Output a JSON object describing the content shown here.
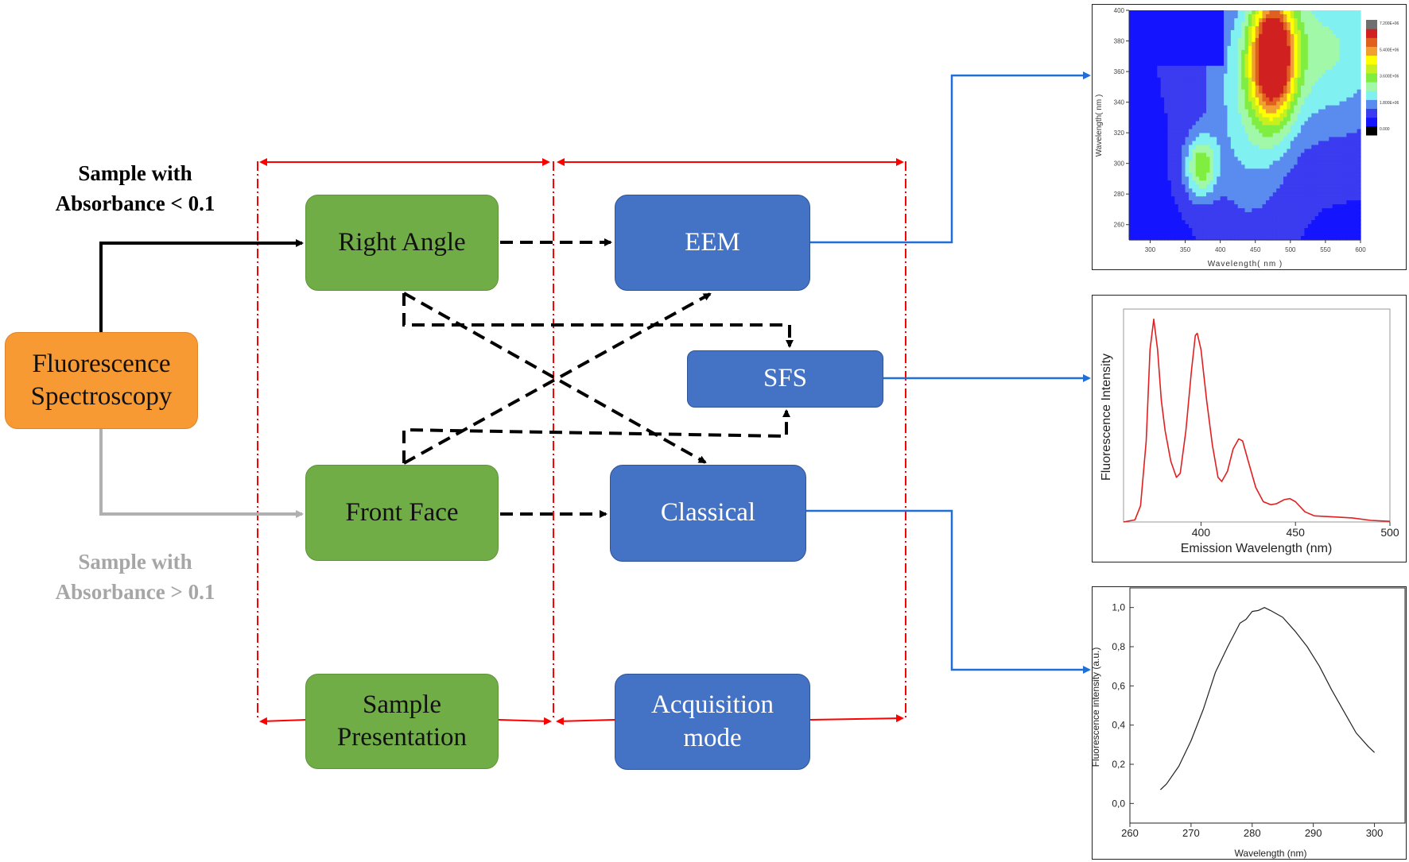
{
  "diagram": {
    "source": {
      "label_line1": "Fluorescence",
      "label_line2": "Spectroscopy"
    },
    "condition_low": {
      "line1": "Sample with",
      "line2": "Absorbance < 0.1"
    },
    "condition_high": {
      "line1": "Sample with",
      "line2": "Absorbance > 0.1"
    },
    "sample_presentation": {
      "right_angle": "Right Angle",
      "front_face": "Front Face",
      "category_line1": "Sample",
      "category_line2": "Presentation"
    },
    "acquisition_mode": {
      "eem": "EEM",
      "sfs": "SFS",
      "classical": "Classical",
      "category_line1": "Acquisition",
      "category_line2": "mode"
    },
    "colors": {
      "green": "#70ad47",
      "blue": "#4472c4",
      "orange": "#f79a33",
      "bracket_red": "#ff0000",
      "link_blue": "#1f6fd6",
      "gray_path": "#b0b0b0"
    }
  },
  "chart_data": [
    {
      "type": "heatmap",
      "xlabel": "Wavelength( nm )",
      "ylabel": "Wavelength( nm )",
      "xlim": [
        270,
        600
      ],
      "ylim": [
        250,
        400
      ],
      "xticks": [
        "300",
        "350",
        "400",
        "450",
        "500",
        "550",
        "600"
      ],
      "yticks": [
        "260",
        "280",
        "300",
        "320",
        "340",
        "360",
        "380",
        "400"
      ],
      "colorbar_labels": [
        "7.200E+06",
        "5.400E+06",
        "3.600E+06",
        "1.800E+06",
        "0.000"
      ],
      "colorbar_range": [
        0,
        7600000
      ],
      "background": 600000,
      "peaks": [
        {
          "em": 475,
          "ex": 370,
          "value": 7000000,
          "sx": 22,
          "sy": 28
        },
        {
          "em": 372,
          "ex": 298,
          "value": 3100000,
          "sx": 16,
          "sy": 14
        },
        {
          "em": 540,
          "ex": 375,
          "value": 2300000,
          "sx": 90,
          "sy": 40
        },
        {
          "em": 440,
          "ex": 320,
          "value": 1400000,
          "sx": 40,
          "sy": 45
        }
      ]
    },
    {
      "type": "line",
      "xlabel": "Emission Wavelength (nm)",
      "ylabel": "Fluorescence Intensity",
      "xlim": [
        359,
        500
      ],
      "ylim": [
        0,
        1.05
      ],
      "xticks": [
        400,
        450,
        500
      ],
      "color": "#e02020",
      "x": [
        359,
        365,
        368,
        371,
        373,
        375,
        377,
        379,
        381,
        384,
        387,
        389,
        392,
        395,
        397,
        398,
        400,
        403,
        406,
        409,
        411,
        414,
        417,
        420,
        422,
        425,
        429,
        433,
        437,
        440,
        444,
        447,
        450,
        455,
        460,
        470,
        480,
        490,
        500
      ],
      "y": [
        0,
        0.01,
        0.08,
        0.4,
        0.85,
        1.0,
        0.85,
        0.6,
        0.45,
        0.3,
        0.22,
        0.24,
        0.45,
        0.75,
        0.92,
        0.93,
        0.85,
        0.6,
        0.38,
        0.22,
        0.2,
        0.25,
        0.36,
        0.41,
        0.4,
        0.3,
        0.17,
        0.1,
        0.085,
        0.09,
        0.11,
        0.115,
        0.1,
        0.05,
        0.03,
        0.025,
        0.02,
        0.008,
        0.003
      ]
    },
    {
      "type": "line",
      "xlabel": "Wavelength (nm)",
      "ylabel": "Fluorescence intensity (a.u.)",
      "xlim": [
        260,
        305
      ],
      "ylim": [
        -0.1,
        1.1
      ],
      "xticks": [
        260,
        270,
        280,
        290,
        300
      ],
      "yticks": [
        "0,0",
        "0,2",
        "0,4",
        "0,6",
        "0,8",
        "1,0"
      ],
      "color": "#222222",
      "x": [
        265,
        266,
        268,
        270,
        272,
        274,
        276,
        278,
        279,
        280,
        281,
        282,
        283,
        285,
        287,
        289,
        291,
        293,
        295,
        297,
        299,
        300
      ],
      "y": [
        0.07,
        0.1,
        0.19,
        0.32,
        0.48,
        0.67,
        0.8,
        0.92,
        0.94,
        0.98,
        0.985,
        1.0,
        0.985,
        0.95,
        0.88,
        0.8,
        0.7,
        0.58,
        0.47,
        0.36,
        0.29,
        0.26
      ]
    }
  ]
}
